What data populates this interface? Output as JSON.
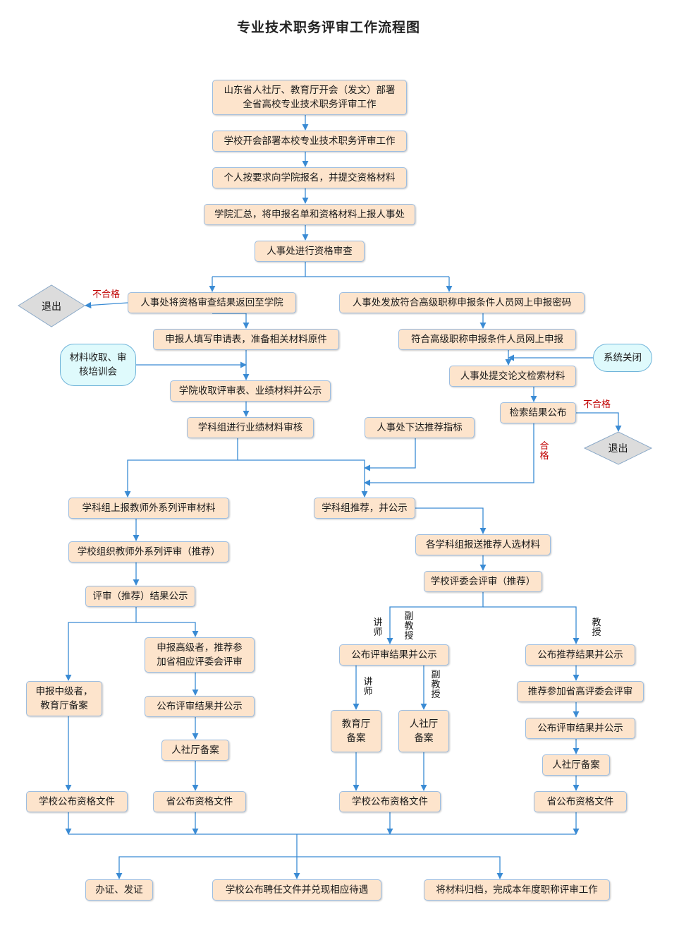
{
  "title": "专业技术职务评审工作流程图",
  "colors": {
    "box_fill": "#fde4cc",
    "box_border": "#9dbde0",
    "capsule_fill": "#dffafc",
    "diamond_fill": "#dcdcdc",
    "connector": "#3a8bd4",
    "fail_text": "#c00000"
  },
  "boxes": {
    "b1": "山东省人社厅、教育厅开会（发文）部署\n全省高校专业技术职务评审工作",
    "b2": "学校开会部署本校专业技术职务评审工作",
    "b3": "个人按要求向学院报名，并提交资格材料",
    "b4": "学院汇总，将申报名单和资格材料上报人事处",
    "b5": "人事处进行资格审查",
    "b6": "人事处将资格审查结果返回至学院",
    "b7": "人事处发放符合高级职称申报条件人员网上申报密码",
    "b8": "申报人填写申请表，准备相关材料原件",
    "b9": "符合高级职称申报条件人员网上申报",
    "b10": "人事处提交论文检索材料",
    "b11": "学院收取评审表、业绩材料并公示",
    "b12": "检索结果公布",
    "b13": "学科组进行业绩材料审核",
    "b14": "人事处下达推荐指标",
    "b15": "学科组上报教师外系列评审材料",
    "b16": "学科组推荐，并公示",
    "b17": "学校组织教师外系列评审（推荐）",
    "b18": "各学科组报送推荐人选材料",
    "b19": "评审（推荐）结果公示",
    "b20": "学校评委会评审（推荐）",
    "b21": "申报高级者，推荐参\n加省相应评委会评审",
    "b22": "申报中级者，\n教育厅备案",
    "b23": "公布评审结果并公示",
    "b24": "人社厅备案",
    "b25": "公布评审结果并公示",
    "b26": "公布推荐结果并公示",
    "b27": "推荐参加省高评委会评审",
    "b28": "教育厅\n备案",
    "b29": "人社厅\n备案",
    "b30": "公布评审结果并公示",
    "b31": "人社厅备案",
    "b32": "学校公布资格文件",
    "b33": "省公布资格文件",
    "b34": "学校公布资格文件",
    "b35": "省公布资格文件",
    "b36": "办证、发证",
    "b37": "学校公布聘任文件并兑现相应待遇",
    "b38": "将材料归档，完成本年度职称评审工作"
  },
  "capsules": {
    "c1": "材料收取、审\n核培训会",
    "c2": "系统关闭"
  },
  "diamonds": {
    "d1": "退出",
    "d2": "退出"
  },
  "labels": {
    "fail1": "不合格",
    "fail2": "不合格",
    "pass": "合格",
    "lecturer1": "讲师",
    "assoc1": "副教授",
    "prof": "教授",
    "lecturer2": "讲师",
    "assoc2": "副教授"
  }
}
